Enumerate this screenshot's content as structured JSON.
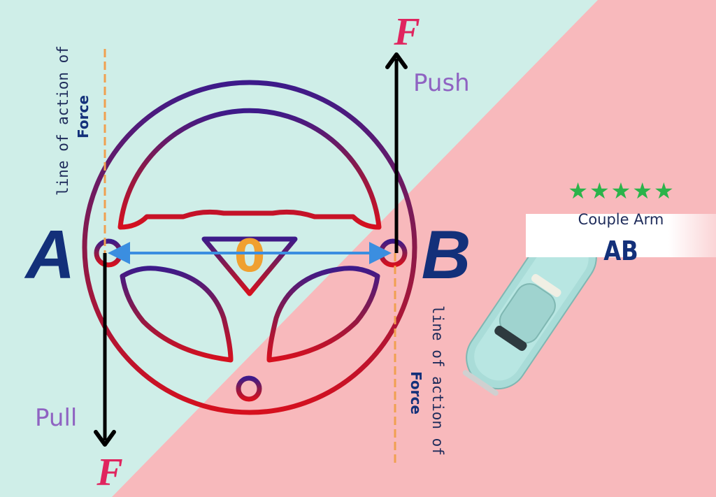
{
  "labels": {
    "point_a": "A",
    "point_b": "B",
    "pivot": "0",
    "force_top": "F",
    "force_bottom": "F",
    "push": "Push",
    "pull": "Pull",
    "line_of_action_left": "line of action of",
    "force_word_left": "Force",
    "line_of_action_right": "line of action of",
    "force_word_right": "Force",
    "couple_arm_title": "Couple Arm",
    "couple_arm_value": "AB",
    "stars": "★★★★★"
  },
  "colors": {
    "background_left": "#cfeee8",
    "background_right": "#f8b9bc",
    "wheel_top": "#3d1a8a",
    "wheel_bottom": "#d6101e",
    "letter_navy": "#13307a",
    "force_pink": "#e0245e",
    "push_pull_purple": "#8f63c2",
    "arm_arrow": "#3b8ee0",
    "pivot_orange": "#f0a030",
    "dash_orange": "#f0a050",
    "star_green": "#2bb34a",
    "car_body": "#a9dcd8"
  }
}
